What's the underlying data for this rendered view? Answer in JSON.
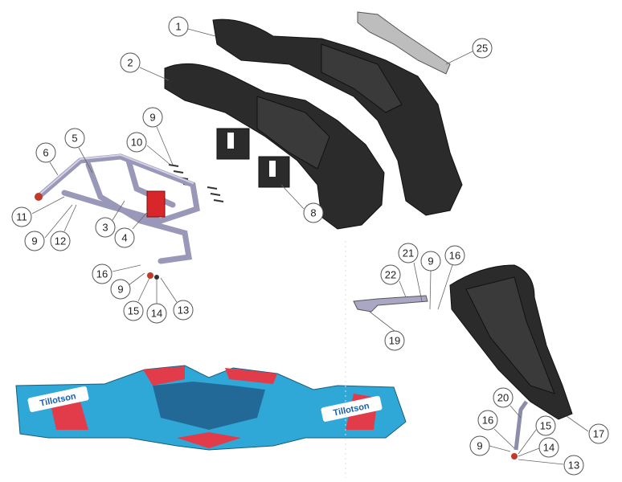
{
  "diagram": {
    "type": "exploded-parts-diagram",
    "logo_text": "Tillotson",
    "colors": {
      "body_parts": "#2b2b2b",
      "tubes": "#9a98b8",
      "nose_blue": "#2fa8d8",
      "nose_red": "#e23b4a",
      "bracket_red": "#d9262b"
    },
    "callouts": [
      {
        "label": "1"
      },
      {
        "label": "2"
      },
      {
        "label": "25"
      },
      {
        "label": "9"
      },
      {
        "label": "10"
      },
      {
        "label": "6"
      },
      {
        "label": "5"
      },
      {
        "label": "8"
      },
      {
        "label": "11"
      },
      {
        "label": "9"
      },
      {
        "label": "12"
      },
      {
        "label": "3"
      },
      {
        "label": "4"
      },
      {
        "label": "16"
      },
      {
        "label": "9"
      },
      {
        "label": "15"
      },
      {
        "label": "14"
      },
      {
        "label": "13"
      },
      {
        "label": "21"
      },
      {
        "label": "9"
      },
      {
        "label": "16"
      },
      {
        "label": "22"
      },
      {
        "label": "19"
      },
      {
        "label": "20"
      },
      {
        "label": "16"
      },
      {
        "label": "15"
      },
      {
        "label": "17"
      },
      {
        "label": "9"
      },
      {
        "label": "14"
      },
      {
        "label": "13"
      }
    ]
  }
}
